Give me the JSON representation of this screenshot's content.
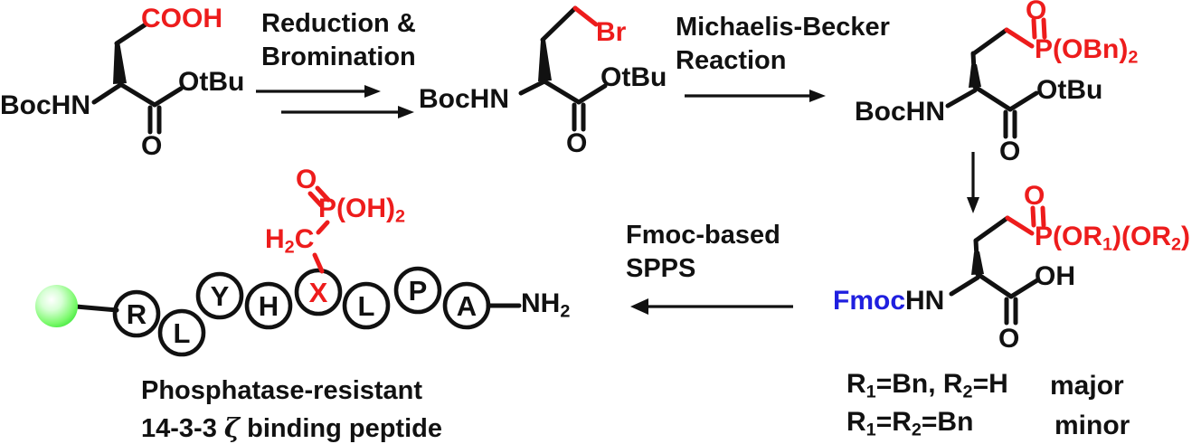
{
  "colors": {
    "red": "#ed1c1c",
    "blue": "#1f1fdf",
    "green": "#35e52e",
    "ink": "#111111"
  },
  "structures": {
    "s1": {
      "amine": "BocHN",
      "side_group": "COOH",
      "ester": "OtBu",
      "carbonyl_o": "O"
    },
    "s2": {
      "amine": "BocHN",
      "side_group": "Br",
      "ester": "OtBu",
      "carbonyl_o": "O"
    },
    "s3": {
      "amine": "BocHN",
      "phosphonate_o": "O",
      "phosphonate": [
        {
          "t": "P(OBn)"
        },
        {
          "t": "2",
          "sub": true
        }
      ],
      "ester": "OtBu",
      "carbonyl_o": "O"
    },
    "s4": {
      "amine_protecting_group": "Fmoc",
      "amine": "HN",
      "phosphonate_o": "O",
      "phosphonate": [
        {
          "t": "P(OR"
        },
        {
          "t": "1",
          "sub": true
        },
        {
          "t": ")(OR"
        },
        {
          "t": "2",
          "sub": true
        },
        {
          "t": ")"
        }
      ],
      "acid": "OH",
      "carbonyl_o": "O"
    }
  },
  "arrow_labels": {
    "step1_line1": "Reduction &",
    "step1_line2": "Bromination",
    "step2_line1": "Michaelis-Becker",
    "step2_line2": "Reaction",
    "step4_line1": "Fmoc-based",
    "step4_line2": "SPPS"
  },
  "variants": {
    "row1_formula": [
      {
        "t": "R"
      },
      {
        "t": "1",
        "sub": true
      },
      {
        "t": "=Bn, R"
      },
      {
        "t": "2",
        "sub": true
      },
      {
        "t": "=H"
      }
    ],
    "row1_label": "major",
    "row2_formula": [
      {
        "t": "R"
      },
      {
        "t": "1",
        "sub": true
      },
      {
        "t": "=R"
      },
      {
        "t": "2",
        "sub": true
      },
      {
        "t": "=Bn"
      }
    ],
    "row2_label": "minor"
  },
  "peptide": {
    "residues": [
      "R",
      "L",
      "Y",
      "H",
      "X",
      "L",
      "P",
      "A"
    ],
    "c_terminus": [
      {
        "t": "NH"
      },
      {
        "t": "2",
        "sub": true
      }
    ],
    "phospho_o": "O",
    "phospho_p": [
      {
        "t": "P(OH)"
      },
      {
        "t": "2",
        "sub": true
      }
    ],
    "phospho_ch2": [
      {
        "t": "H"
      },
      {
        "t": "2",
        "sub": true
      },
      {
        "t": "C"
      }
    ],
    "caption_line1": "Phosphatase-resistant",
    "caption_line2": [
      {
        "t": "14-3-3 "
      },
      {
        "t": "ζ",
        "italic": true
      },
      {
        "t": " binding peptide"
      }
    ]
  }
}
